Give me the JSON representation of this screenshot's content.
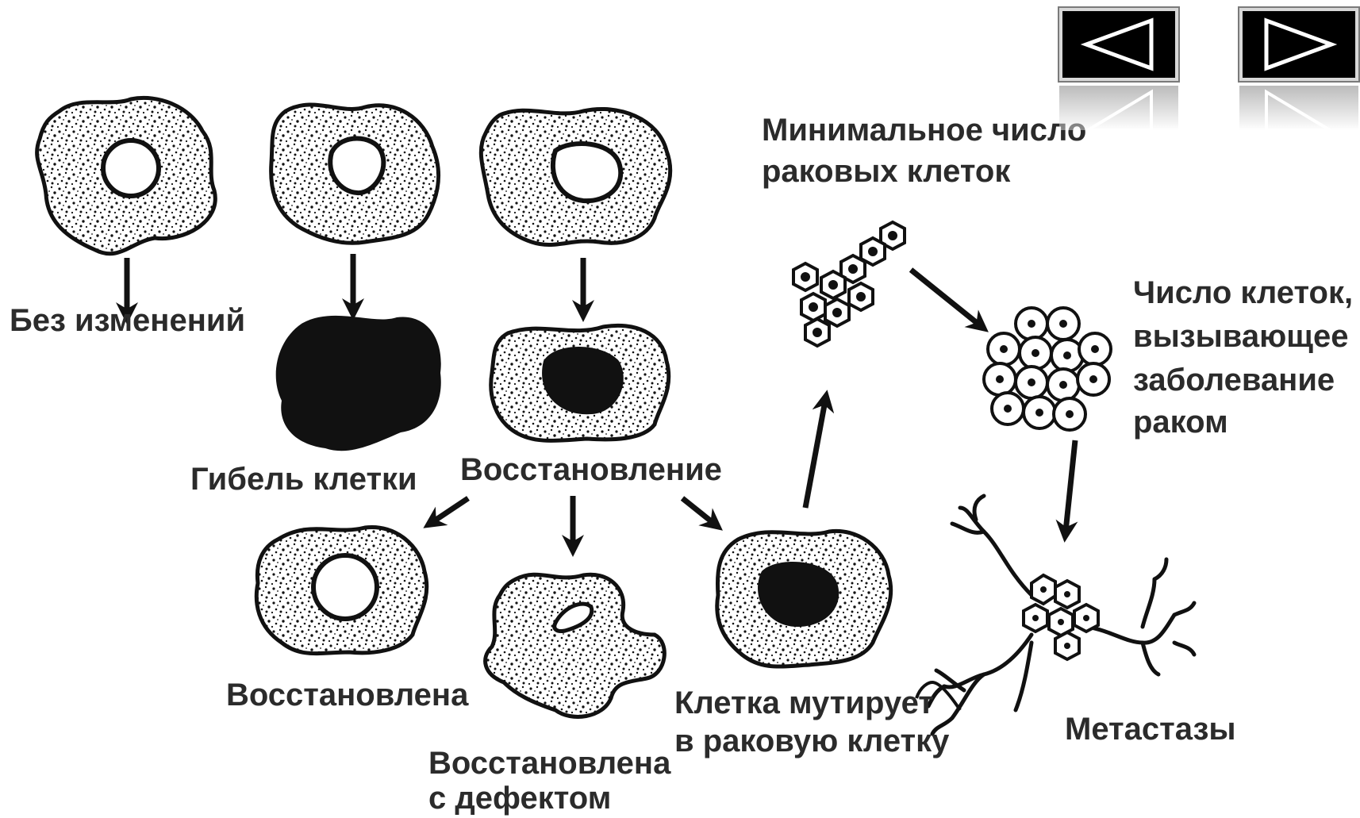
{
  "labels": {
    "no_change": "Без изменений",
    "cell_death": "Гибель клетки",
    "repair": "Восстановление",
    "restored": "Восстановлена",
    "restored_defect_1": "Восстановлена",
    "restored_defect_2": "с дефектом",
    "mutates_1": "Клетка мутирует",
    "mutates_2": "в раковую клетку",
    "min_cancer_1": "Минимальное число",
    "min_cancer_2": "раковых клеток",
    "count_cancer_1": "Число клеток,",
    "count_cancer_2": "вызывающее",
    "count_cancer_3": "заболевание",
    "count_cancer_4": "раком",
    "metastases": "Метастазы"
  },
  "nav": {
    "prev_icon": "triangle-left-icon",
    "next_icon": "triangle-right-icon"
  },
  "colors": {
    "ink": "#111111",
    "text": "#2b2b2b",
    "button_bg": "#000000",
    "button_border": "#d8d8d8"
  }
}
